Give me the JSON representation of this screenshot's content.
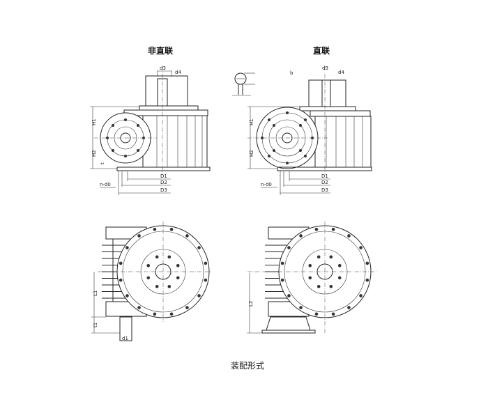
{
  "titles": {
    "left": "非直联",
    "right": "直联",
    "caption": "装配形式"
  },
  "dims": {
    "d3": "d3",
    "d4": "d4",
    "H1": "H1",
    "H2": "H2",
    "D1": "D1",
    "D2": "D2",
    "D3": "D3",
    "nd0": "n-d0",
    "L1": "L1",
    "L2": "L2",
    "t1": "t1",
    "t": "t",
    "b": "b",
    "d1": "d1"
  },
  "colors": {
    "line": "#222222",
    "background": "#ffffff"
  }
}
